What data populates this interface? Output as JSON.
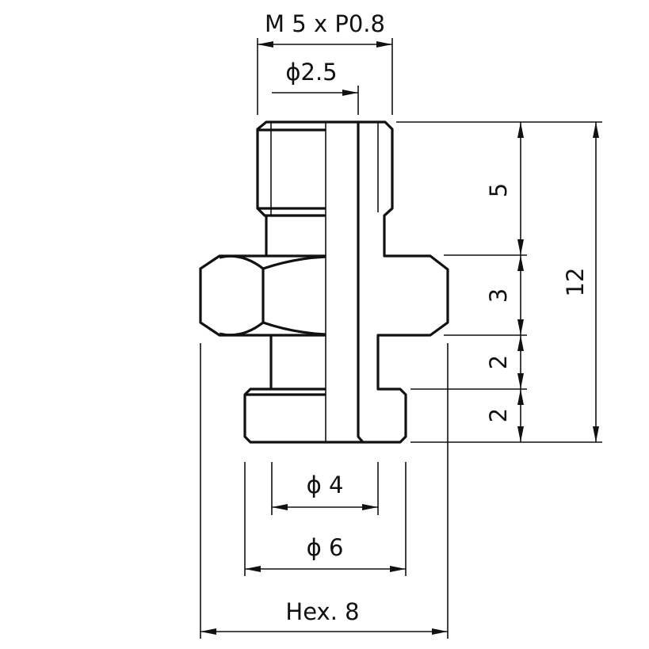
{
  "drawing": {
    "thread_label": "M 5 x P0.8",
    "bore_label": "ϕ2.5",
    "dims_right": [
      "5",
      "3",
      "2",
      "2"
    ],
    "total_height": "12",
    "dia_inner": "ϕ 4",
    "dia_outer": "ϕ 6",
    "hex_label": "Hex. 8",
    "color_line": "#111111"
  }
}
